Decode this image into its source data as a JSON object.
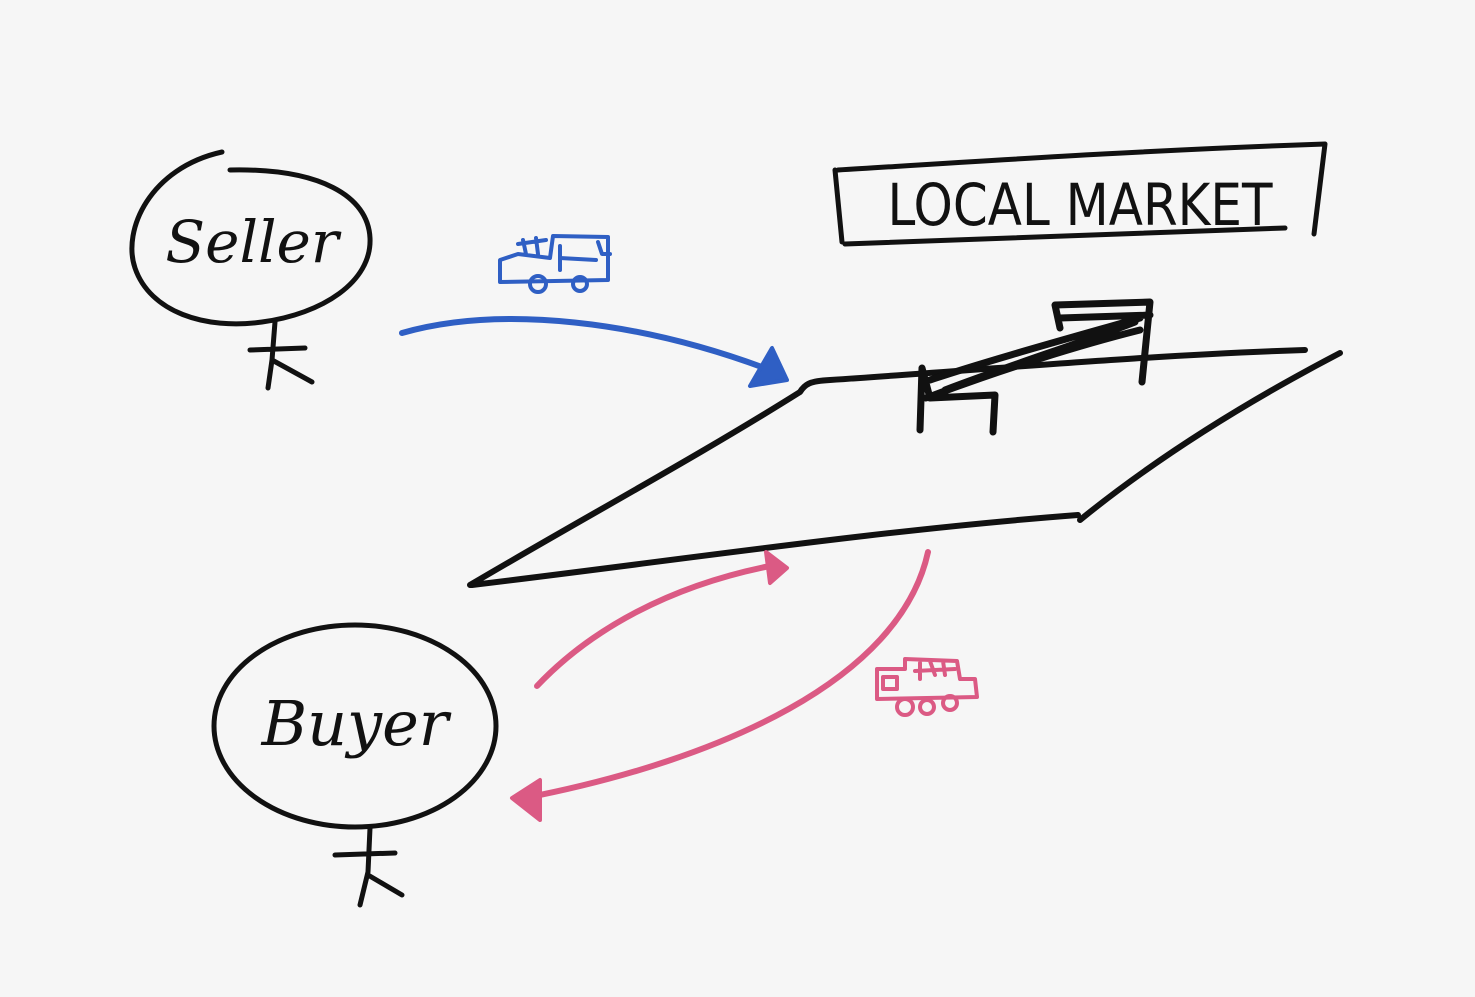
{
  "nodes": {
    "seller": {
      "label": "Seller"
    },
    "buyer": {
      "label": "Buyer"
    },
    "market": {
      "label": "LOCAL MARKET"
    }
  },
  "colors": {
    "ink": "#111111",
    "seller_flow": "#2f5fc4",
    "buyer_flow": "#db5a84",
    "background": "#f6f6f6"
  },
  "icons": {
    "seller_truck": "truck-icon",
    "buyer_truck": "truck-icon",
    "market_bed": "bed-icon"
  }
}
